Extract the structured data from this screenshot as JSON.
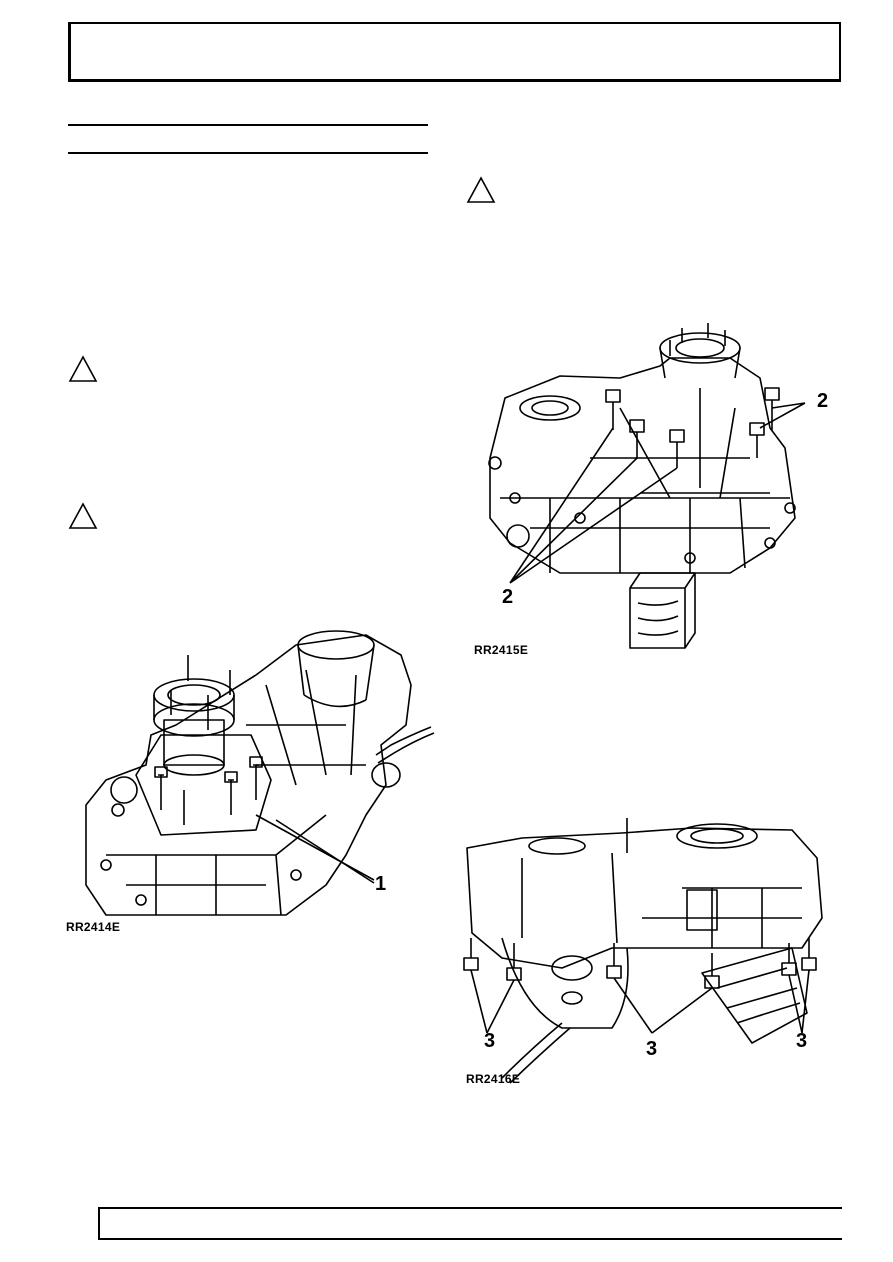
{
  "figures": {
    "fig1": {
      "id": "RR2414E",
      "callout": "1"
    },
    "fig2": {
      "id": "RR2415E",
      "callouts": [
        "2",
        "2"
      ]
    },
    "fig3": {
      "id": "RR2416E",
      "callouts": [
        "3",
        "3",
        "3"
      ]
    }
  },
  "icons": [
    "caution-triangle-icon",
    "caution-triangle-icon",
    "caution-triangle-icon"
  ]
}
